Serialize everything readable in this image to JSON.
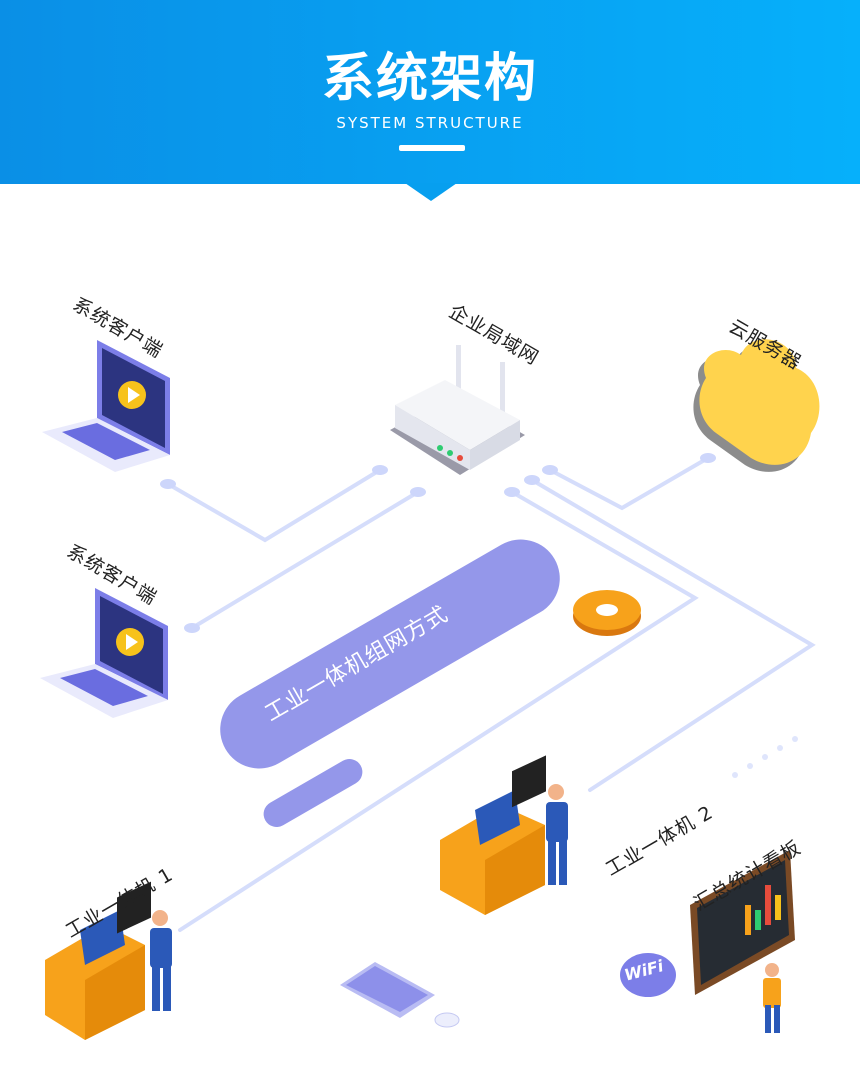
{
  "header": {
    "title": "系统架构",
    "subtitle": "SYSTEM STRUCTURE"
  },
  "nodes": {
    "client_1": "系统客户端",
    "lan": "企业局域网",
    "cloud": "云服务器",
    "client_2": "系统客户端",
    "machine_1": "工业一体机 1",
    "machine_2": "工业一体机 2",
    "dashboard": "汇总统计看板"
  },
  "banner": "工业一体机组网方式",
  "wifi_badge": "WiFi",
  "colors": {
    "header_start": "#0a8fe6",
    "header_end": "#06b0fb",
    "accent": "#9497ea",
    "line": "#d5ddfb",
    "orange": "#f7a21b"
  }
}
